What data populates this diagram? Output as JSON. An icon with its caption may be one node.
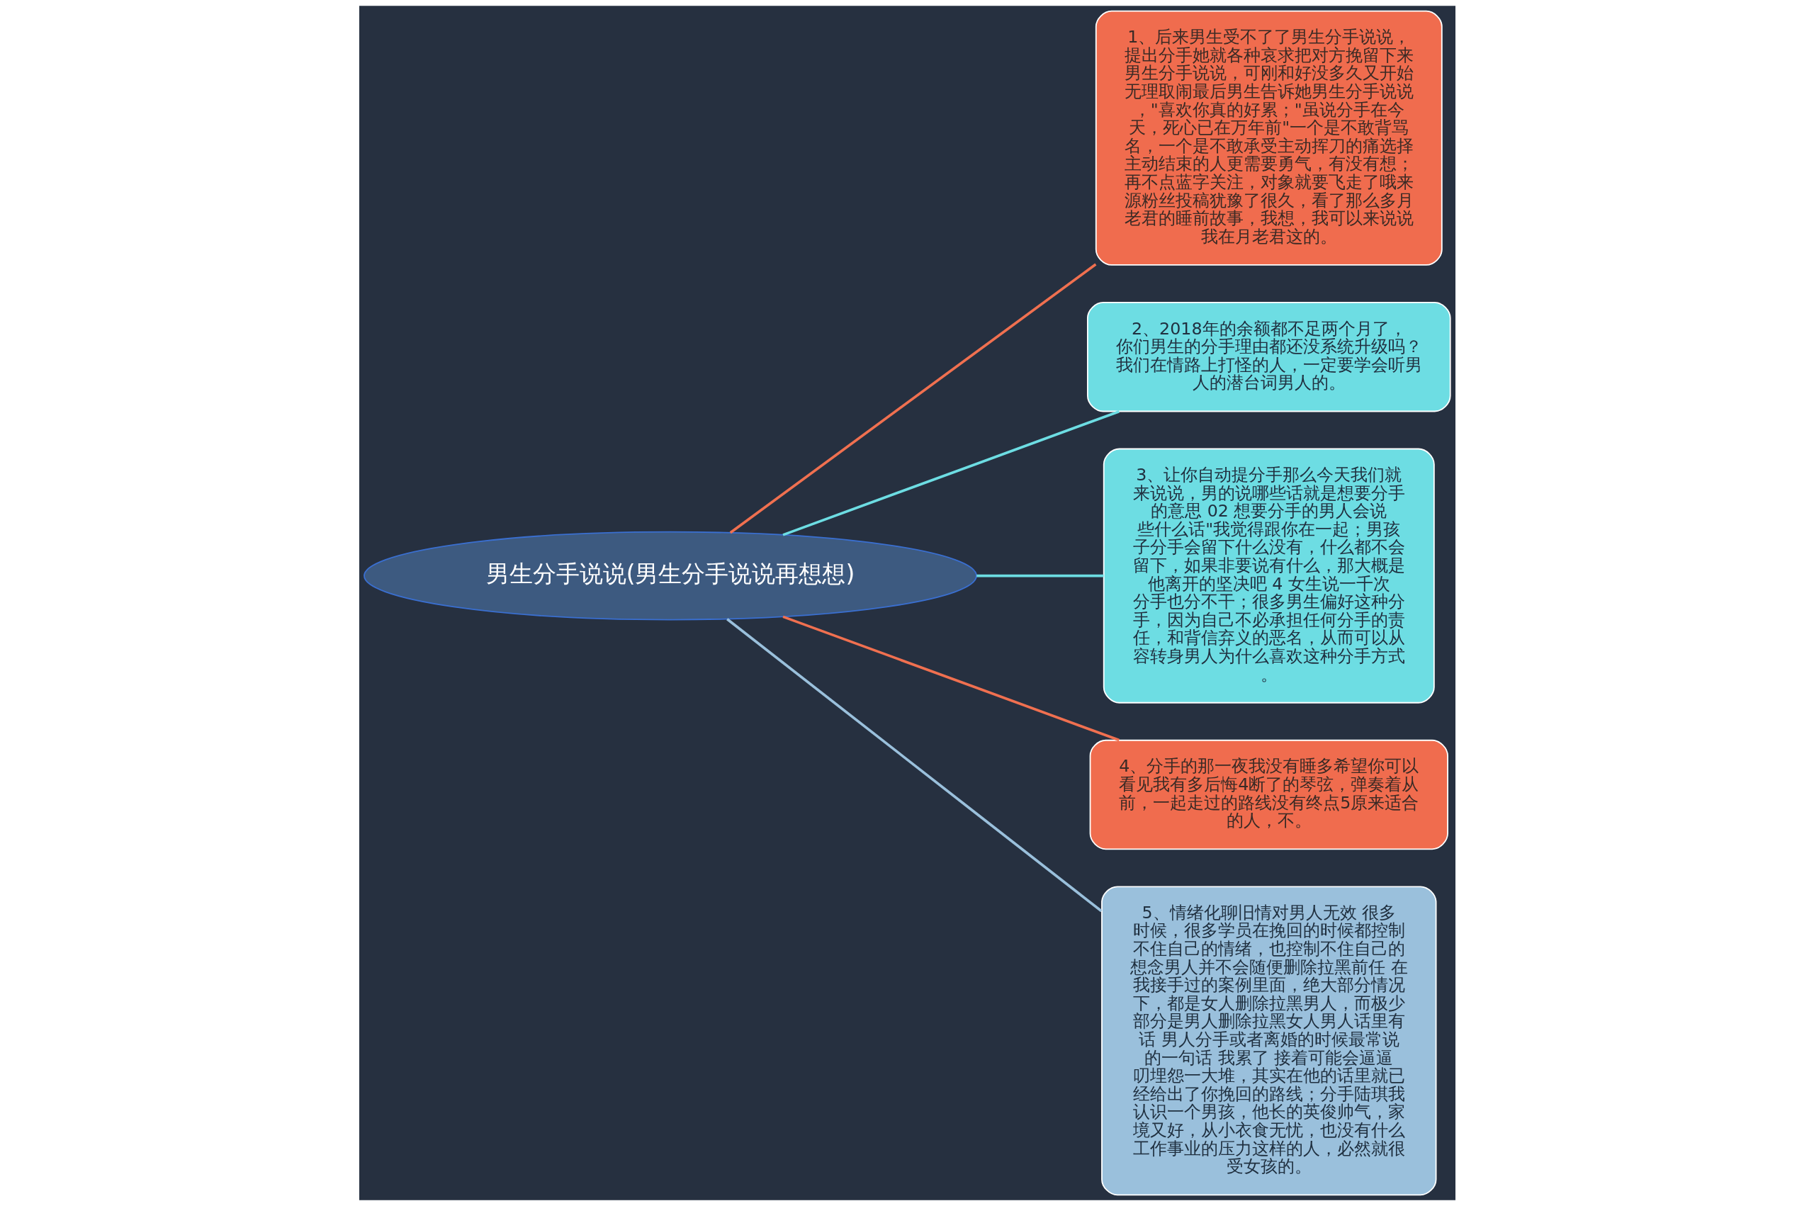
{
  "diagram": {
    "nodes": [
      {
        "text": [
          "男生分手说说(男生分手说说再想想)"
        ]
      },
      {
        "text": [
          "1、后来男生受不了了男生分手说说，提出分手她就各种哀求把对方挽留下来男生分手说说，可刚和好没多久又开始无理取闹最后男生告诉她男生分手说说，\"喜欢你真的好累；\"虽说分手在今天，死心已在万年前\"一个是不敢背骂名，一个是不敢承受主动挥刀的痛选择主动结束的人更需要勇气，有没有想；再不点蓝字关注，对象就要飞走了哦来源粉丝投稿犹豫了很久，看了那么多月老君的睡前故事，我想，我可以来说说我在月老君这的。"
        ]
      },
      {
        "text": [
          "2、2018年的余额都不足两个月了，你们男生的分手理由都还没系统升级吗？我们在情路上打怪的人，一定要学会听男人的潜台词男人的。"
        ]
      },
      {
        "text": [
          "3、让你自动提分手那么今天我们就来说说，男的说哪些话就是想要分手的意思 02 想要分手的男人会说些什么话\"我觉得跟你在一起；男孩子分手会留下什么没有，什么都不会留下，如果非要说有什么，那大概是他离开的坚决吧 4 女生说一千次分手也分不干；很多男生偏好这种分手，因为自己不必承担任何分手的责任，和背信弃义的恶名，从而可以从容转身男人为什么喜欢这种分手方式。"
        ]
      },
      {
        "text": [
          "4、分手的那一夜我没有睡多希望你可以看见我有多后悔4断了的琴弦，弹奏着从前，一起走过的路线没有终点5原来适合的人，不。"
        ]
      },
      {
        "text": [
          "5、情绪化聊旧情对男人无效 很多时候，很多学员在挽回的时候都控制不住自己的情绪，也控制不住自己的想念男人并不会随便删除拉黑前任 在我接手过的案例里面，绝大部分情况下，都是女人删除拉黑男人，而极少部分是男人删除拉黑女人男人话里有话 男人分手或者离婚的时候最常说的一句话 我累了 接着可能会逼逼叨埋怨一大堆，其实在他的话里就已经给出了你挽回的路线；分手陆琪我认识一个男孩，他长的英俊帅气，家境又好，从小衣食无忧，也没有什么工作事业的压力这样的人，必然就很受女孩的。"
        ]
      }
    ],
    "edges": [
      {
        "from": 0,
        "to": 1,
        "arrow": "none",
        "color": "#f07050"
      },
      {
        "from": 0,
        "to": 2,
        "arrow": "none",
        "color": "#6ddde3"
      },
      {
        "from": 0,
        "to": 3,
        "arrow": "none",
        "color": "#6ddde3"
      },
      {
        "from": 0,
        "to": 4,
        "arrow": "none",
        "color": "#f07050"
      },
      {
        "from": 0,
        "to": 5,
        "arrow": "none",
        "color": "#9ac0dc"
      }
    ]
  }
}
